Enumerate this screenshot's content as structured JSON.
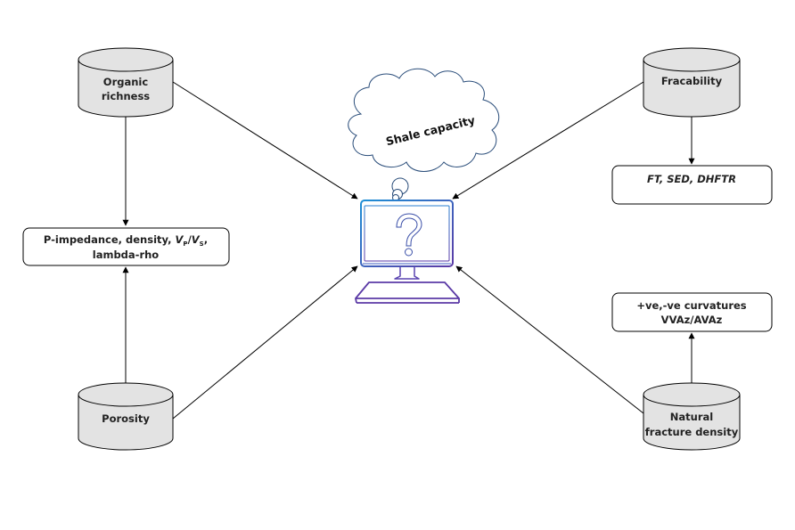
{
  "diagram": {
    "title": "Shale capacity concept diagram",
    "central": {
      "thought": "Shale capacity",
      "icon": "computer-question-icon",
      "icon_glyph": "?"
    },
    "cylinders": {
      "organic_richness": {
        "line1": "Organic",
        "line2": "richness"
      },
      "porosity": {
        "line1": "Porosity"
      },
      "fracability": {
        "line1": "Fracability"
      },
      "natural_fracture_density": {
        "line1": "Natural",
        "line2": "fracture density"
      }
    },
    "boxes": {
      "left_attributes": {
        "line1_prefix": "P-impedance, density, ",
        "vp": "V",
        "vp_sub": "P",
        "slash": "/",
        "vs": "V",
        "vs_sub": "S",
        "line1_suffix": ",",
        "line2": "lambda-rho"
      },
      "fracability_attributes": {
        "line1": "FT, SED, DHFTR"
      },
      "fracture_attributes": {
        "line1": "+ve,-ve curvatures",
        "line2": "VVAz/AVAz"
      }
    },
    "connections": [
      {
        "from": "Organic richness",
        "to": "P-impedance, density, VP/VS, lambda-rho"
      },
      {
        "from": "Porosity",
        "to": "P-impedance, density, VP/VS, lambda-rho"
      },
      {
        "from": "Fracability",
        "to": "FT, SED, DHFTR"
      },
      {
        "from": "Natural fracture density",
        "to": "+ve,-ve curvatures VVAz/AVAz"
      },
      {
        "from": "Organic richness",
        "to": "Shale capacity"
      },
      {
        "from": "Porosity",
        "to": "Shale capacity"
      },
      {
        "from": "Fracability",
        "to": "Shale capacity"
      },
      {
        "from": "Natural fracture density",
        "to": "Shale capacity"
      }
    ],
    "colors": {
      "cylinder_fill": "#e3e3e3",
      "stroke": "#000000",
      "monitor_top": "#1e8fd6",
      "monitor_bottom": "#5b3aa6",
      "cloud_stroke": "#2a4d7a"
    }
  }
}
